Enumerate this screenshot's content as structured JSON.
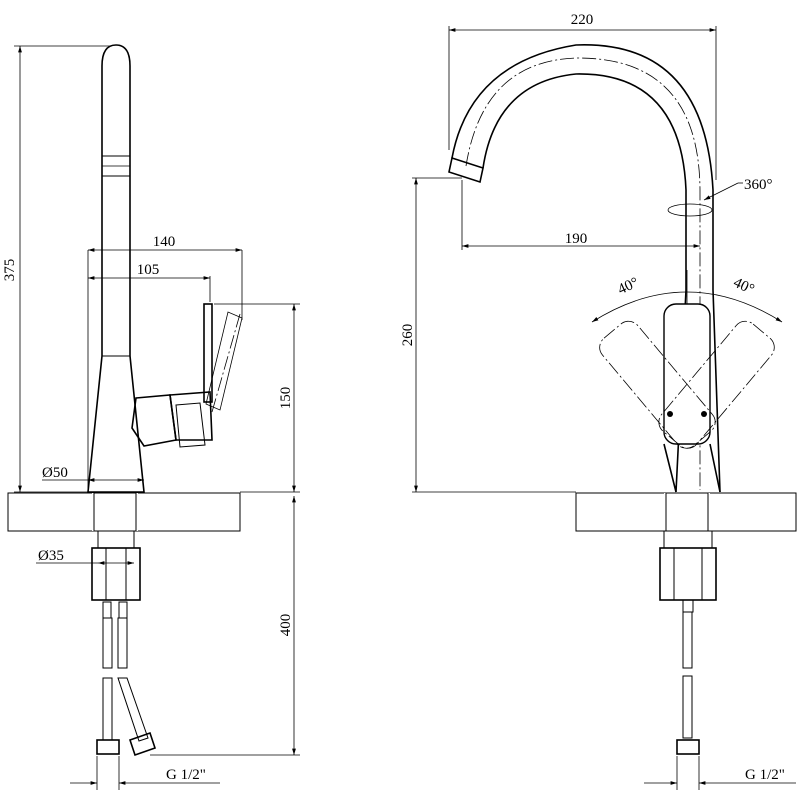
{
  "dimensions": {
    "height_total": "375",
    "reach_lever": "140",
    "reach_body": "105",
    "lever_height": "150",
    "base_diameter": "Ø50",
    "shank_diameter": "Ø35",
    "hose_length": "400",
    "thread_left": "G 1/2\"",
    "spout_span": "220",
    "rotation": "360°",
    "spout_reach": "190",
    "spout_height": "260",
    "lever_angle_left": "40°",
    "lever_angle_right": "40°",
    "thread_right": "G 1/2\""
  }
}
